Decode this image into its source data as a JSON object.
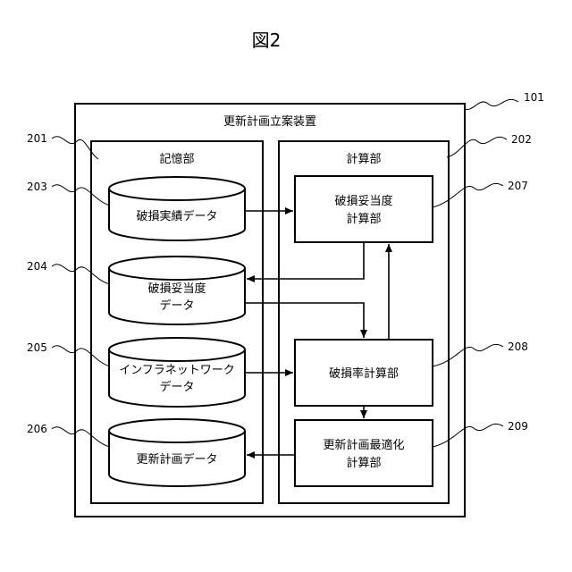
{
  "figure": {
    "title": "図2"
  },
  "device": {
    "label": "更新計画立案装置",
    "ref": "101"
  },
  "storage": {
    "label": "記憶部",
    "ref": "201",
    "items": [
      {
        "lines": [
          "破損実績データ"
        ],
        "ref": "203"
      },
      {
        "lines": [
          "破損妥当度",
          "データ"
        ],
        "ref": "204"
      },
      {
        "lines": [
          "インフラネットワーク",
          "データ"
        ],
        "ref": "205"
      },
      {
        "lines": [
          "更新計画データ"
        ],
        "ref": "206"
      }
    ]
  },
  "compute": {
    "label": "計算部",
    "ref": "202",
    "items": [
      {
        "lines": [
          "破損妥当度",
          "計算部"
        ],
        "ref": "207"
      },
      {
        "lines": [
          "破損率計算部"
        ],
        "ref": "208"
      },
      {
        "lines": [
          "更新計画最適化",
          "計算部"
        ],
        "ref": "209"
      }
    ]
  }
}
